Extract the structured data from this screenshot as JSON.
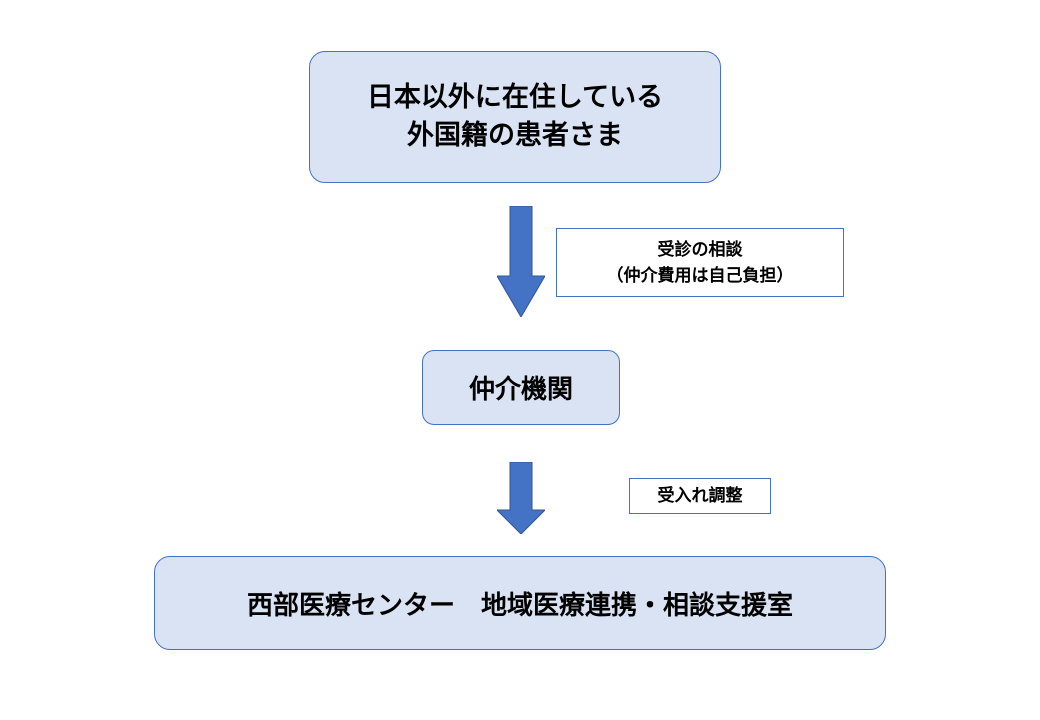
{
  "diagram": {
    "nodes": {
      "patient": {
        "line1": "日本以外に在住している",
        "line2": "外国籍の患者さま"
      },
      "agency": {
        "label": "仲介機関"
      },
      "center": {
        "label": "西部医療センター　地域医療連携・相談支援室"
      }
    },
    "edges": {
      "consultation": {
        "line1": "受診の相談",
        "line2": "（仲介費用は自己負担）"
      },
      "coordination": {
        "label": "受入れ調整"
      }
    },
    "colors": {
      "box_fill": "#dae3f3",
      "box_border": "#4472c4",
      "arrow_fill": "#4472c4",
      "arrow_stroke": "#2f5597"
    }
  }
}
